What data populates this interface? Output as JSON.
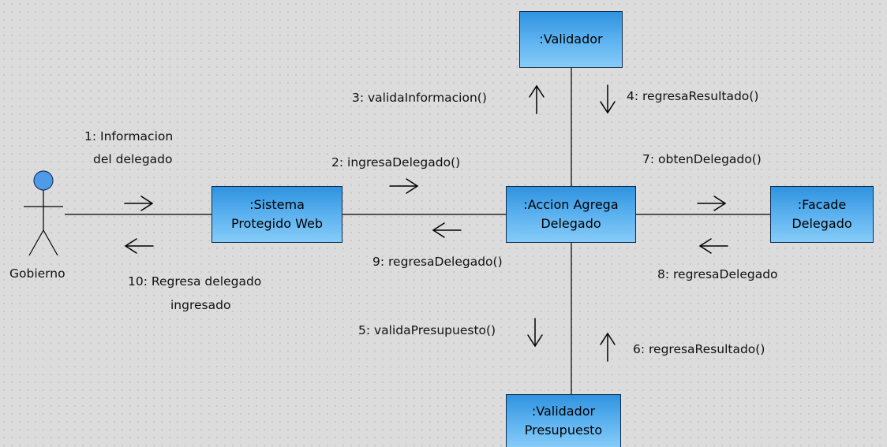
{
  "diagram": {
    "objects": {
      "validador": {
        "line1": ":Validador"
      },
      "sistema": {
        "line1": ":Sistema",
        "line2": "Protegido Web"
      },
      "accion": {
        "line1": ":Accion Agrega",
        "line2": "Delegado"
      },
      "facade": {
        "line1": ":Facade",
        "line2": "Delegado"
      },
      "validador_presupuesto": {
        "line1": ":Validador",
        "line2": "Presupuesto"
      }
    },
    "actor": {
      "name": "Gobierno"
    },
    "messages": {
      "m1_line1": "1: Informacion",
      "m1_line2": "del delegado",
      "m2": "2: ingresaDelegado()",
      "m3": "3: validaInformacion()",
      "m4": "4: regresaResultado()",
      "m5": "5: validaPresupuesto()",
      "m6": "6: regresaResultado()",
      "m7": "7: obtenDelegado()",
      "m8": "8: regresaDelegado",
      "m9": "9: regresaDelegado()",
      "m10_line1": "10: Regresa delegado",
      "m10_line2": "ingresado"
    },
    "colors": {
      "box_top": "#2f93e0",
      "box_bottom": "#86cbf8",
      "actor_head": "#4f9be8",
      "border": "#0d2a4a"
    }
  }
}
